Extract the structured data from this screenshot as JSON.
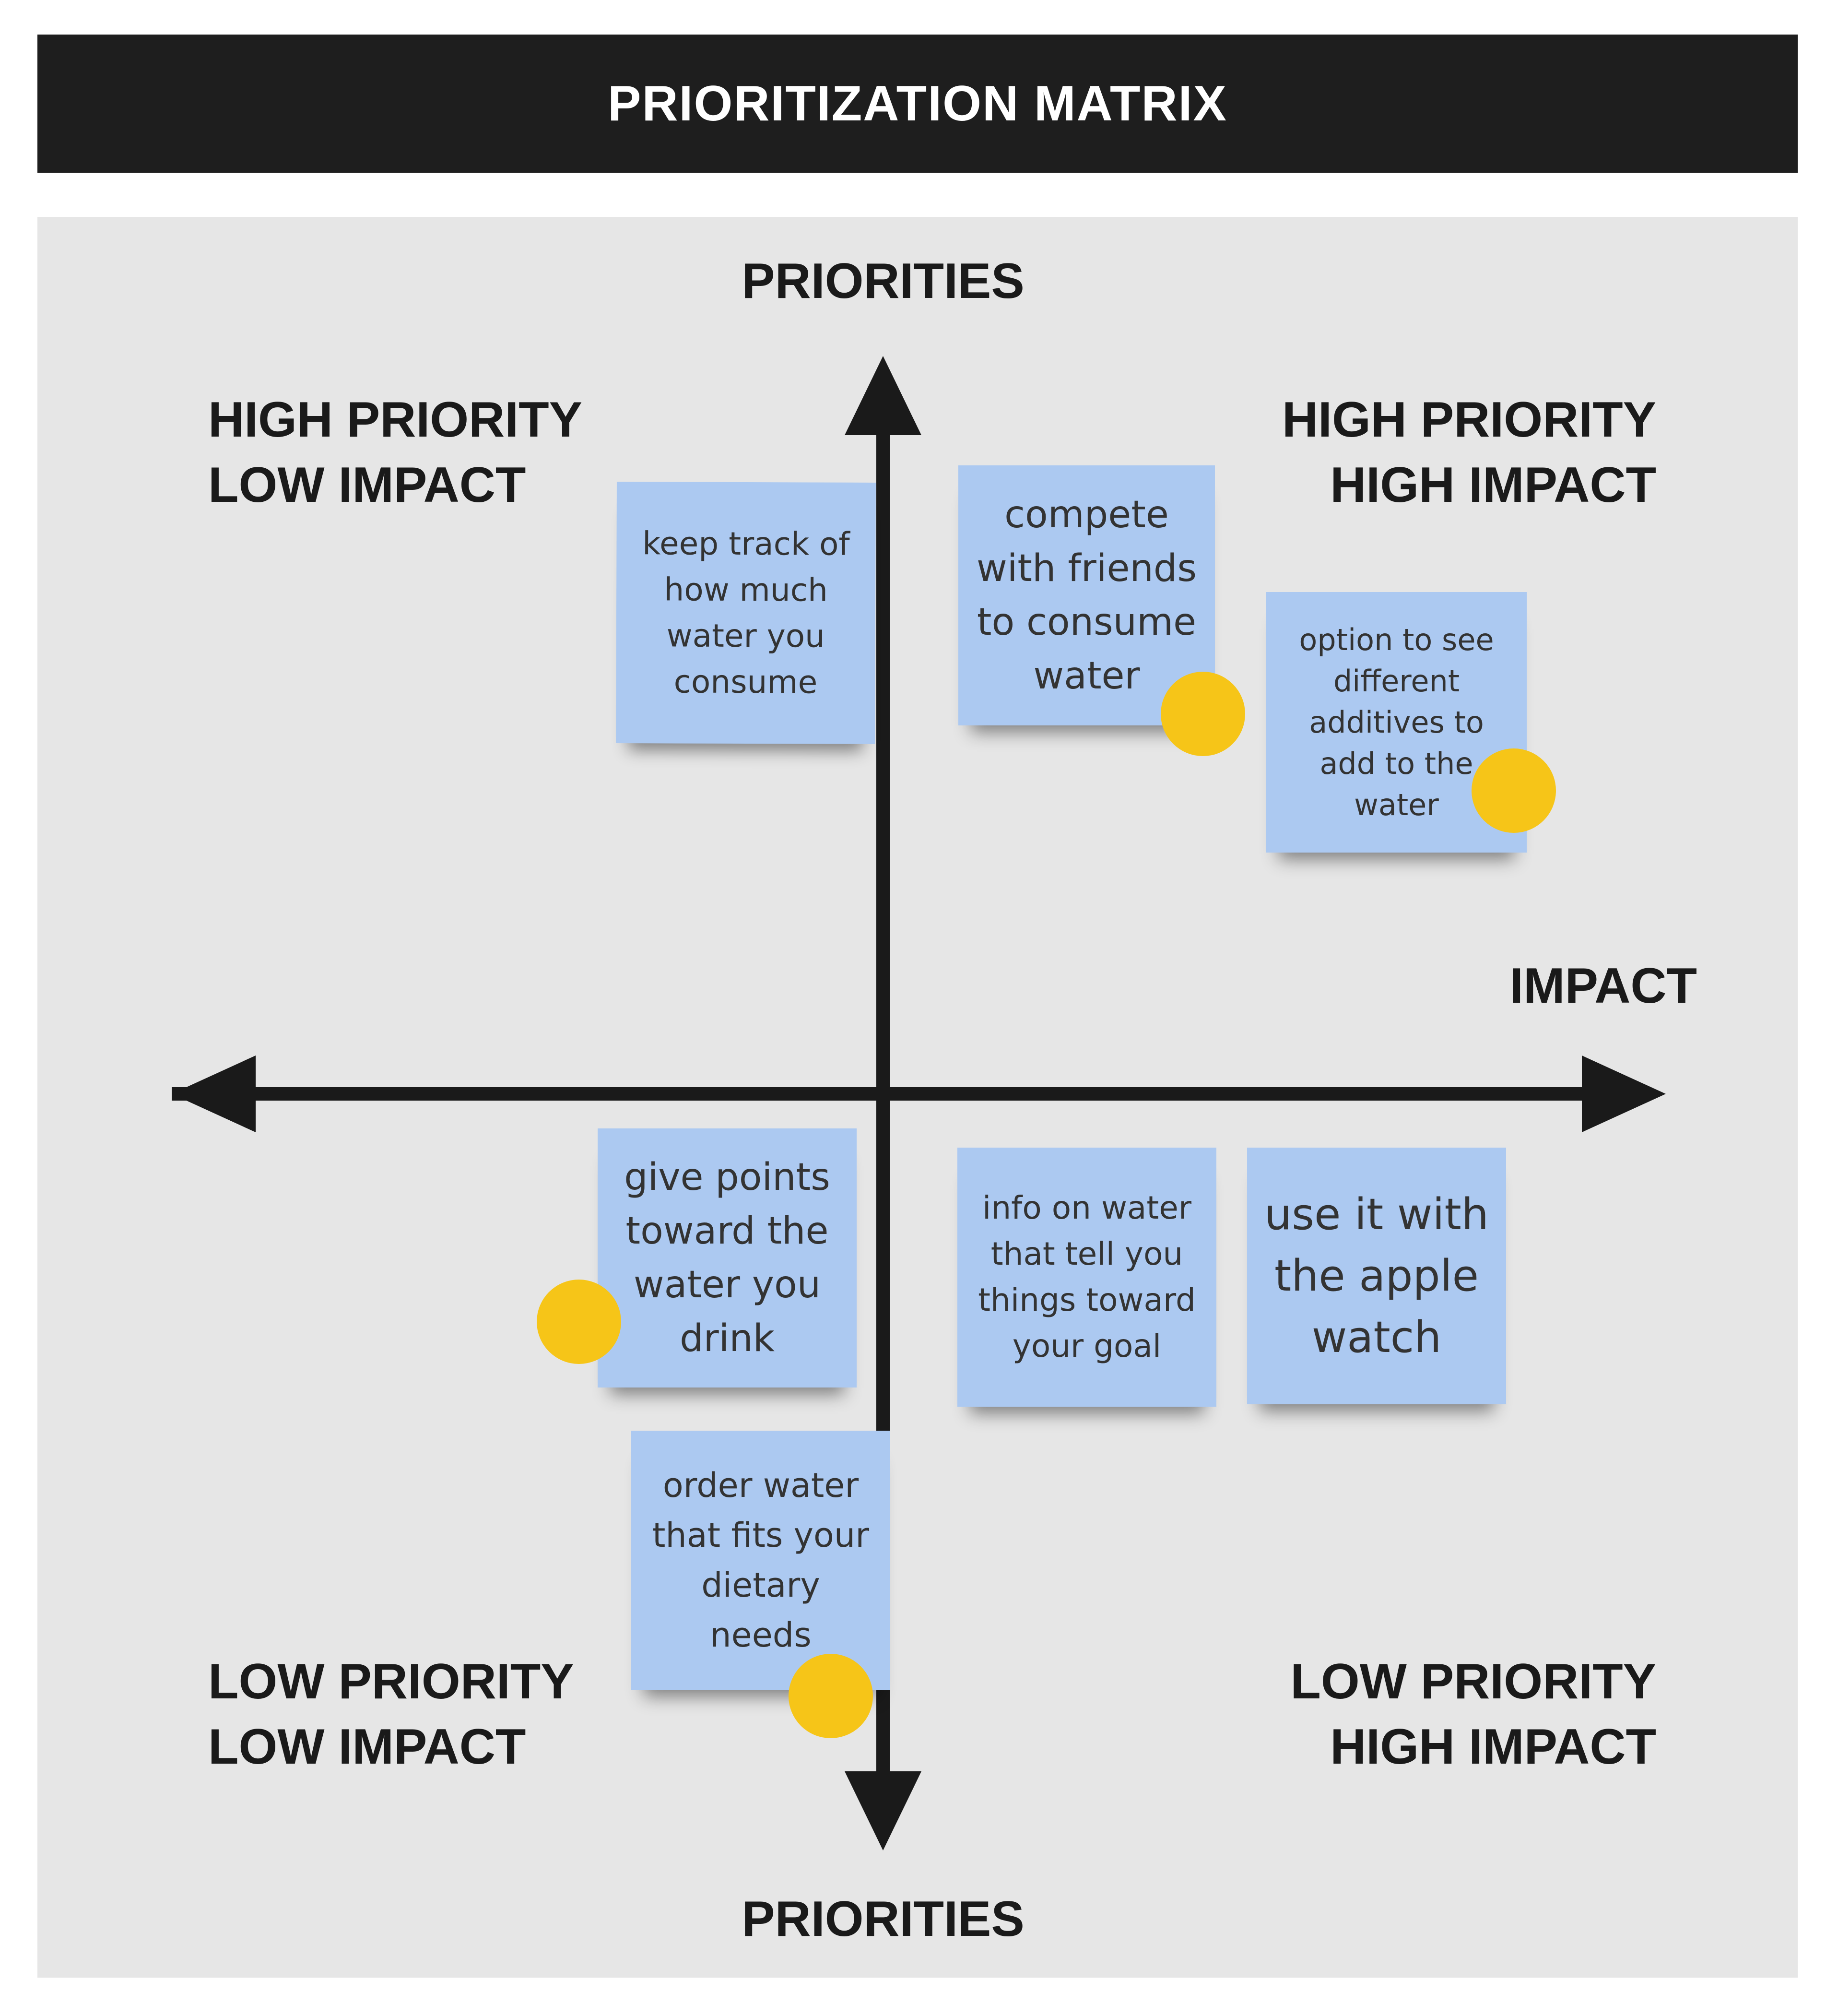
{
  "header": {
    "title": "PRIORITIZATION MATRIX"
  },
  "axes": {
    "top_label": "PRIORITIES",
    "bottom_label": "PRIORITIES",
    "right_label": "IMPACT"
  },
  "quadrants": {
    "top_left": "HIGH PRIORITY\nLOW IMPACT",
    "top_right": "HIGH PRIORITY\nHIGH IMPACT",
    "bottom_left": "LOW PRIORITY\nLOW IMPACT",
    "bottom_right": "LOW PRIORITY\nHIGH IMPACT"
  },
  "notes": [
    {
      "text": "keep track of\nhow much\nwater you\nconsume",
      "voted": false
    },
    {
      "text": "compete\nwith friends\nto consume\nwater",
      "voted": true
    },
    {
      "text": "option to see\ndifferent\nadditives to\nadd to the\nwater",
      "voted": true
    },
    {
      "text": "give points\ntoward the\nwater you\ndrink",
      "voted": true
    },
    {
      "text": "info on water\nthat tell you\nthings toward\nyour goal",
      "voted": false
    },
    {
      "text": "use it with\nthe apple\nwatch",
      "voted": false
    },
    {
      "text": "order water\nthat fits your\ndietary\nneeds",
      "voted": true
    }
  ],
  "colors": {
    "header_bg": "#1e1e1e",
    "board_bg": "#e6e6e6",
    "note_bg": "#acc9f1",
    "vote_dot": "#f6c518",
    "axis": "#1a1a1a"
  }
}
